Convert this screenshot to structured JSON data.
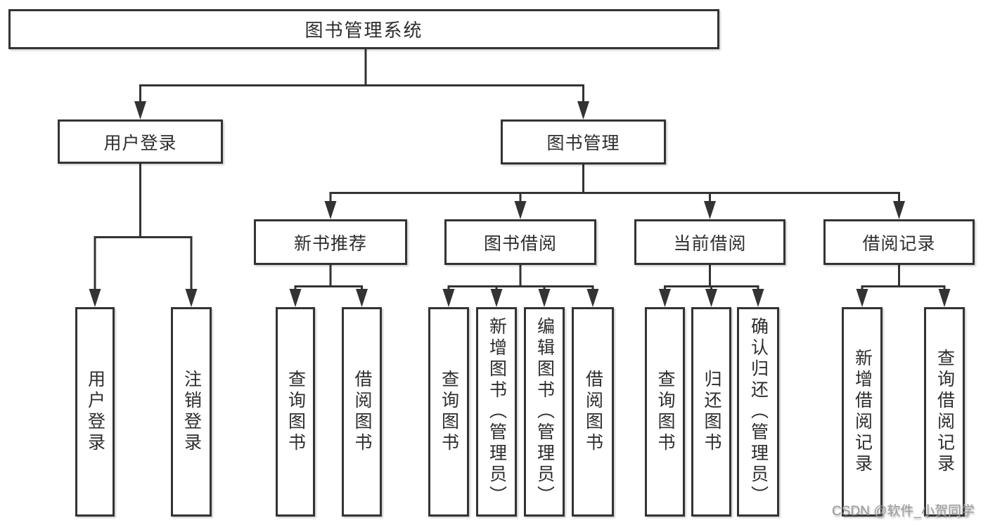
{
  "diagram": {
    "root": "图书管理系统",
    "level2": [
      {
        "label": "用户登录",
        "children": [
          {
            "label": "用户登录"
          },
          {
            "label": "注销登录"
          }
        ]
      },
      {
        "label": "图书管理",
        "children": [
          {
            "label": "新书推荐",
            "children": [
              {
                "label": "查询图书"
              },
              {
                "label": "借阅图书"
              }
            ]
          },
          {
            "label": "图书借阅",
            "children": [
              {
                "label": "查询图书"
              },
              {
                "label": "新增图书（管理员）"
              },
              {
                "label": "编辑图书（管理员）"
              },
              {
                "label": "借阅图书"
              }
            ]
          },
          {
            "label": "当前借阅",
            "children": [
              {
                "label": "查询图书"
              },
              {
                "label": "归还图书"
              },
              {
                "label": "确认归还（管理员）"
              }
            ]
          },
          {
            "label": "借阅记录",
            "children": [
              {
                "label": "新增借阅记录"
              },
              {
                "label": "查询借阅记录"
              }
            ]
          }
        ]
      }
    ],
    "colors": {
      "line": "#333333",
      "box_background": "#ffffff",
      "text": "#2d2d2d",
      "watermark": "#9a9a9a"
    }
  },
  "watermark": {
    "text": "CSDN @软件_小贺同学"
  }
}
